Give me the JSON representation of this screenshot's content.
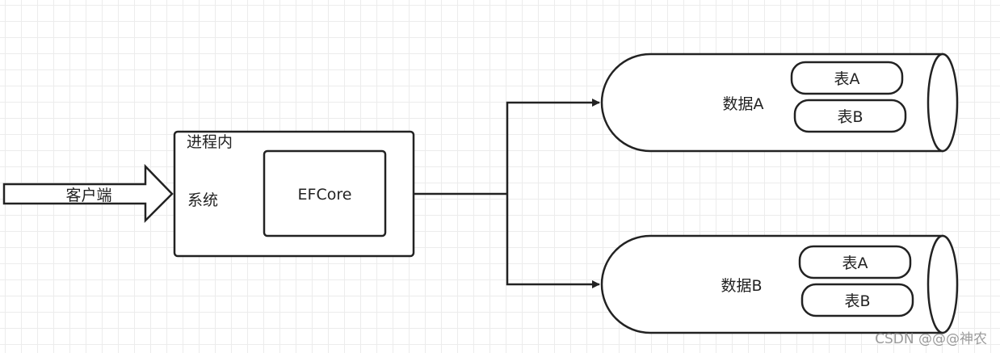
{
  "client": {
    "label": "客户端"
  },
  "process": {
    "title": "进程内",
    "system_label": "系统",
    "component_label": "EFCore"
  },
  "databases": [
    {
      "label": "数据A",
      "tables": [
        "表A",
        "表B"
      ]
    },
    {
      "label": "数据B",
      "tables": [
        "表A",
        "表B"
      ]
    }
  ],
  "watermark": "CSDN @@@神农"
}
